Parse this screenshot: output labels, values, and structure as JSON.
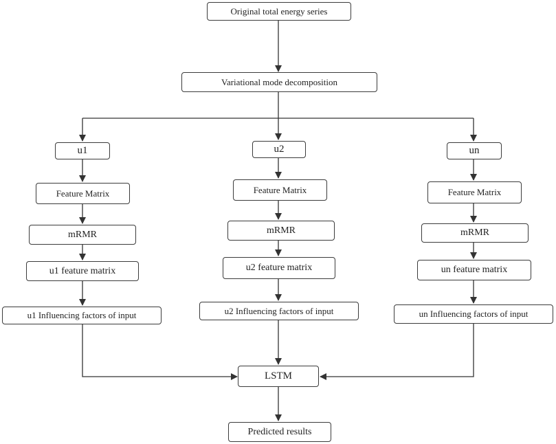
{
  "diagram": {
    "top": {
      "original_series": "Original total energy series",
      "vmd": "Variational mode decomposition"
    },
    "branches": [
      {
        "mode": "u1",
        "feature_matrix": "Feature Matrix",
        "selection": "mRMR",
        "mode_feature_matrix": "u1 feature matrix",
        "influencing_factors": "u1 Influencing factors of  input"
      },
      {
        "mode": "u2",
        "feature_matrix": "Feature Matrix",
        "selection": "mRMR",
        "mode_feature_matrix": "u2 feature matrix",
        "influencing_factors": "u2 Influencing factors of  input"
      },
      {
        "mode": "un",
        "feature_matrix": "Feature Matrix",
        "selection": "mRMR",
        "mode_feature_matrix": "un feature matrix",
        "influencing_factors": "un Influencing factors of  input"
      }
    ],
    "model": "LSTM",
    "output": "Predicted results"
  }
}
